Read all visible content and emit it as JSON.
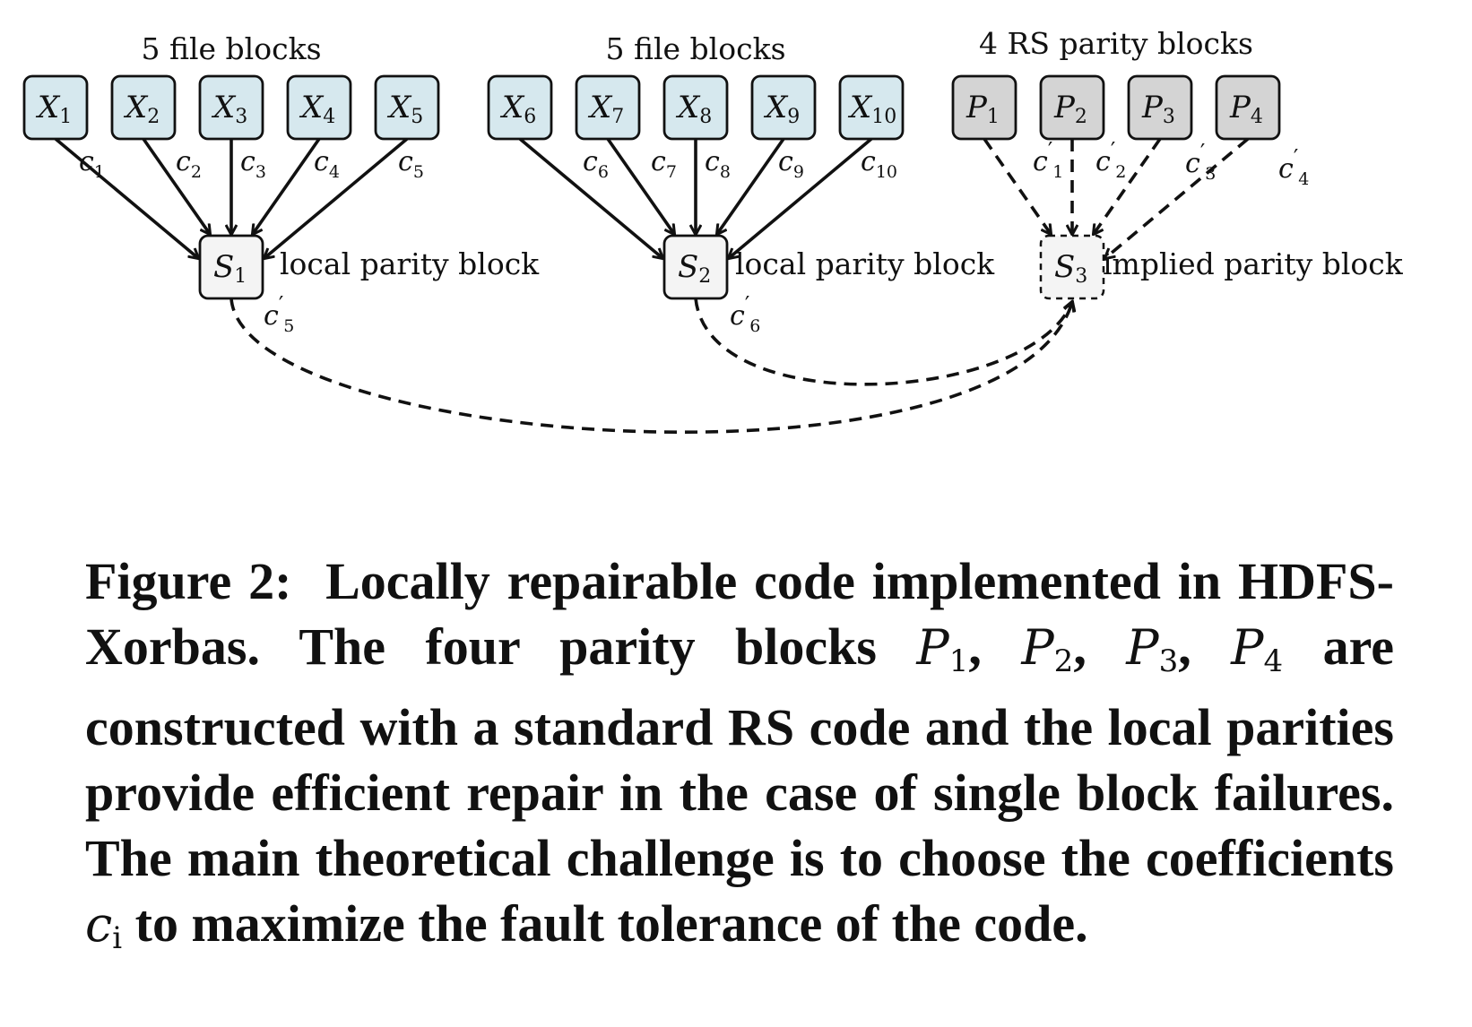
{
  "groups": [
    {
      "label": "5 file blocks"
    },
    {
      "label": "5 file blocks"
    },
    {
      "label": "4 RS parity blocks"
    }
  ],
  "nodes": [
    {
      "id": "X1",
      "base": "X",
      "sub": "1",
      "kind": "file"
    },
    {
      "id": "X2",
      "base": "X",
      "sub": "2",
      "kind": "file"
    },
    {
      "id": "X3",
      "base": "X",
      "sub": "3",
      "kind": "file"
    },
    {
      "id": "X4",
      "base": "X",
      "sub": "4",
      "kind": "file"
    },
    {
      "id": "X5",
      "base": "X",
      "sub": "5",
      "kind": "file"
    },
    {
      "id": "X6",
      "base": "X",
      "sub": "6",
      "kind": "file"
    },
    {
      "id": "X7",
      "base": "X",
      "sub": "7",
      "kind": "file"
    },
    {
      "id": "X8",
      "base": "X",
      "sub": "8",
      "kind": "file"
    },
    {
      "id": "X9",
      "base": "X",
      "sub": "9",
      "kind": "file"
    },
    {
      "id": "X10",
      "base": "X",
      "sub": "10",
      "kind": "file"
    },
    {
      "id": "P1",
      "base": "P",
      "sub": "1",
      "kind": "rs"
    },
    {
      "id": "P2",
      "base": "P",
      "sub": "2",
      "kind": "rs"
    },
    {
      "id": "P3",
      "base": "P",
      "sub": "3",
      "kind": "rs"
    },
    {
      "id": "P4",
      "base": "P",
      "sub": "4",
      "kind": "rs"
    },
    {
      "id": "S1",
      "base": "S",
      "sub": "1",
      "kind": "local"
    },
    {
      "id": "S2",
      "base": "S",
      "sub": "2",
      "kind": "local"
    },
    {
      "id": "S3",
      "base": "S",
      "sub": "3",
      "kind": "implied"
    }
  ],
  "edges": [
    {
      "from": "X1",
      "to": "S1",
      "coef": "c",
      "sub": "1",
      "prime": false,
      "dashed": false
    },
    {
      "from": "X2",
      "to": "S1",
      "coef": "c",
      "sub": "2",
      "prime": false,
      "dashed": false
    },
    {
      "from": "X3",
      "to": "S1",
      "coef": "c",
      "sub": "3",
      "prime": false,
      "dashed": false
    },
    {
      "from": "X4",
      "to": "S1",
      "coef": "c",
      "sub": "4",
      "prime": false,
      "dashed": false
    },
    {
      "from": "X5",
      "to": "S1",
      "coef": "c",
      "sub": "5",
      "prime": false,
      "dashed": false
    },
    {
      "from": "X6",
      "to": "S2",
      "coef": "c",
      "sub": "6",
      "prime": false,
      "dashed": false
    },
    {
      "from": "X7",
      "to": "S2",
      "coef": "c",
      "sub": "7",
      "prime": false,
      "dashed": false
    },
    {
      "from": "X8",
      "to": "S2",
      "coef": "c",
      "sub": "8",
      "prime": false,
      "dashed": false
    },
    {
      "from": "X9",
      "to": "S2",
      "coef": "c",
      "sub": "9",
      "prime": false,
      "dashed": false
    },
    {
      "from": "X10",
      "to": "S2",
      "coef": "c",
      "sub": "10",
      "prime": false,
      "dashed": false
    },
    {
      "from": "P1",
      "to": "S3",
      "coef": "c",
      "sub": "1",
      "prime": true,
      "dashed": true
    },
    {
      "from": "P2",
      "to": "S3",
      "coef": "c",
      "sub": "2",
      "prime": true,
      "dashed": true
    },
    {
      "from": "P3",
      "to": "S3",
      "coef": "c",
      "sub": "3",
      "prime": true,
      "dashed": true
    },
    {
      "from": "P4",
      "to": "S3",
      "coef": "c",
      "sub": "4",
      "prime": true,
      "dashed": true
    },
    {
      "from": "S1",
      "to": "S3",
      "coef": "c",
      "sub": "5",
      "prime": true,
      "dashed": true
    },
    {
      "from": "S2",
      "to": "S3",
      "coef": "c",
      "sub": "6",
      "prime": true,
      "dashed": true
    }
  ],
  "side_labels": {
    "S1": "local parity block",
    "S2": "local parity block",
    "S3": "implied parity block"
  },
  "colors": {
    "file_fill": "#d6e8ee",
    "rs_fill": "#d4d4d4",
    "parity_fill": "#f4f4f4",
    "stroke": "#111111"
  },
  "caption": {
    "lead": "Figure 2:",
    "text1": "Locally repairable code implemented in HDFS-Xorbas. The four parity blocks",
    "math_P": "P",
    "math_subs": [
      "1",
      "2",
      "3",
      "4"
    ],
    "text2": "are constructed with a standard RS code and the local parities provide efficient repair in the case of single block failures. The main theoretical challenge is to choose the coefficients",
    "math_c": "c",
    "math_c_sub": "i",
    "text3": "to maximize the fault tolerance of the code."
  }
}
